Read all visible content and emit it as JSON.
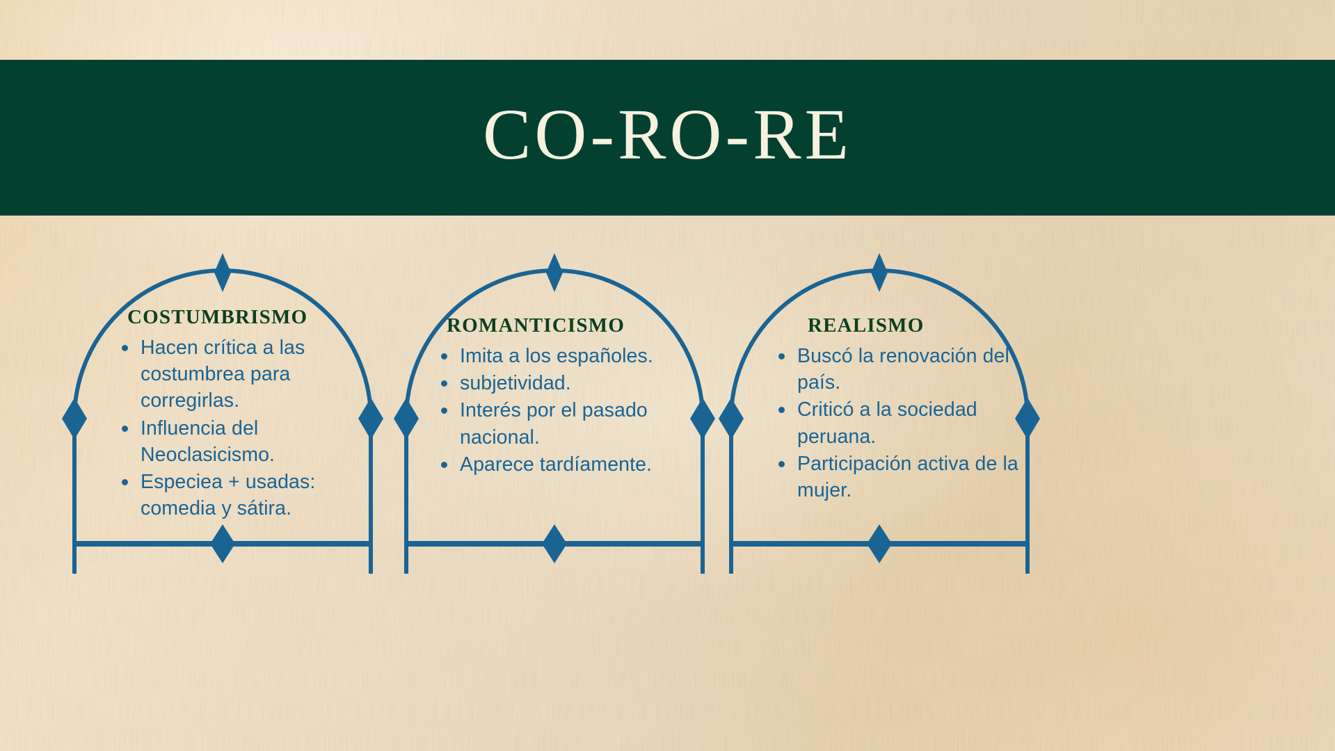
{
  "colors": {
    "background_paper": "#eedcbd",
    "band_green": "#044030",
    "title_cream": "#f7f1df",
    "heading_green": "#0d3f20",
    "accent_blue": "#1a6494"
  },
  "header": {
    "title": "CO-RO-RE"
  },
  "cards": [
    {
      "id": "costumbrismo",
      "title": "COSTUMBRISMO",
      "bullets": [
        "Hacen crítica a las costumbrea para corregirlas.",
        "Influencia del Neoclasicismo.",
        "Especiea + usadas: comedia y sátira."
      ]
    },
    {
      "id": "romanticismo",
      "title": "ROMANTICISMO",
      "bullets": [
        "Imita a los españoles.",
        "subjetividad.",
        "Interés por el pasado nacional.",
        "Aparece tardíamente."
      ]
    },
    {
      "id": "realismo",
      "title": "REALISMO",
      "bullets": [
        "Buscó la renovación del país.",
        "Criticó a la sociedad peruana.",
        "Participación activa de la mujer."
      ]
    }
  ],
  "ornaments": {
    "diamond_icon": "four-point-star-diamond",
    "bullet_icon": "dot-bullet"
  }
}
